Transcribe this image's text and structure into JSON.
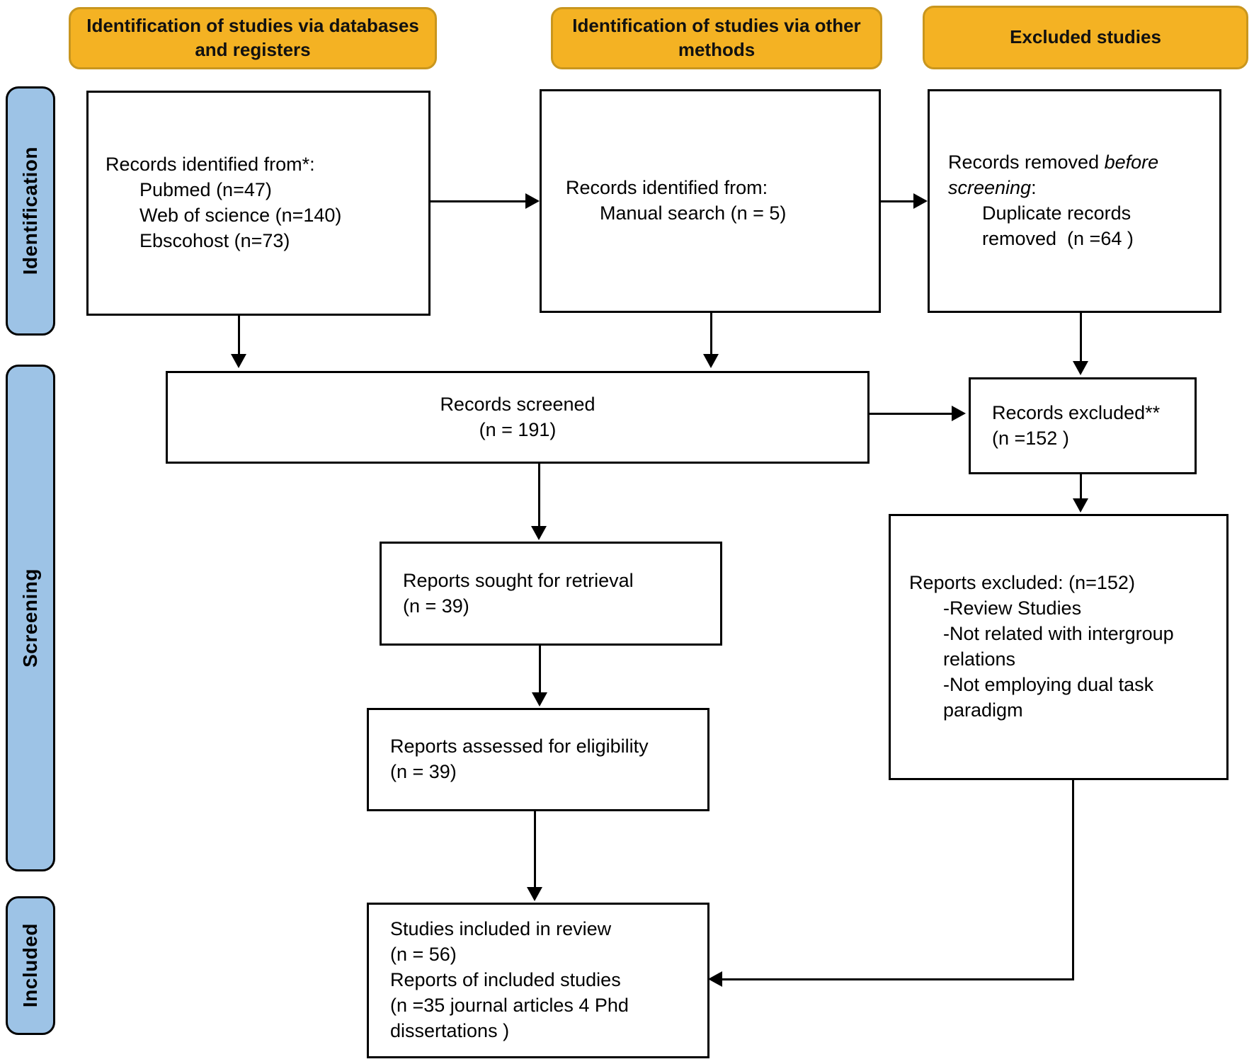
{
  "colors": {
    "header_fill": "#F4B223",
    "header_border": "#C9961E",
    "sidebar_fill": "#9DC3E6",
    "box_border": "#000000",
    "arrow": "#000000"
  },
  "headers": {
    "databases": "Identification of studies via databases and registers",
    "other_methods": "Identification of studies via other methods",
    "excluded": "Excluded studies"
  },
  "sidebar": {
    "identification": "Identification",
    "screening": "Screening",
    "included": "Included"
  },
  "boxes": {
    "records_identified_db": {
      "title": "Records identified from*:",
      "items": [
        "Pubmed (n=47)",
        "Web of science (n=140)",
        "Ebscohost (n=73)"
      ]
    },
    "records_identified_other": {
      "title": "Records identified from:",
      "items": [
        "Manual search (n = 5)"
      ]
    },
    "records_removed": {
      "pre": "Records removed ",
      "em": "before screening",
      "post": ":",
      "items": [
        "Duplicate records",
        "removed  (n =64 )"
      ]
    },
    "records_screened": {
      "line1": "Records screened",
      "line2": "(n = 191)"
    },
    "records_excluded": {
      "line1": "Records excluded**",
      "line2": "(n =152 )"
    },
    "reports_sought": {
      "line1": "Reports sought for retrieval",
      "line2": "(n = 39)"
    },
    "reports_assessed": {
      "line1": "Reports assessed for eligibility",
      "line2": "(n = 39)"
    },
    "reports_excluded": {
      "title": "Reports excluded: (n=152)",
      "items": [
        "-Review Studies",
        "-Not related with intergroup",
        "relations",
        "-Not employing dual task",
        "paradigm"
      ]
    },
    "studies_included": {
      "lines": [
        "Studies included in review",
        "(n = 56)",
        "Reports of included studies",
        "(n =35 journal articles 4 Phd",
        "dissertations )"
      ]
    }
  }
}
